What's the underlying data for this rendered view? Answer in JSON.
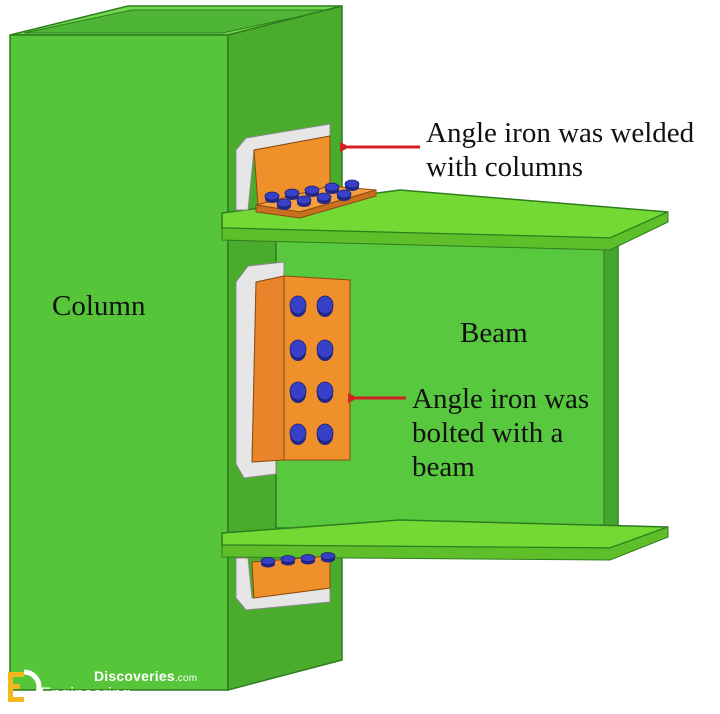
{
  "labels": {
    "column": "Column",
    "beam": "Beam",
    "welded_line1": "Angle iron was welded",
    "welded_line2": "with columns",
    "bolted_line1": "Angle iron was",
    "bolted_line2": "bolted with a",
    "bolted_line3": "beam"
  },
  "logo": {
    "brand_top": "Discoveries",
    "brand_top_suffix": ".com",
    "brand_bottom": "Engineering"
  },
  "colors": {
    "column_face": "#56c53a",
    "column_side": "#4aac2c",
    "column_top": "#66d246",
    "beam_flange": "#74d835",
    "beam_web": "#58c83f",
    "angle_iron": "#f0902a",
    "angle_edge": "#e6e6e6",
    "bolt": "#3940c8",
    "arrow": "#d42020"
  }
}
